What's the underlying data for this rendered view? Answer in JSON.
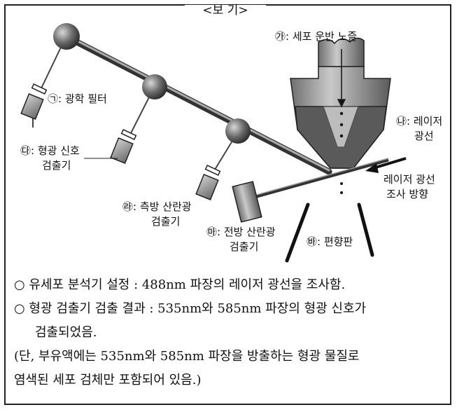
{
  "box_title": "<보 기>",
  "labels": {
    "nozzle": "㉮: 세포 운반 노즐",
    "optical_filter": "㉠: 광학 필터",
    "laser_beam_line1": "㉯: 레이저",
    "laser_beam_line2": "광선",
    "fluorescence_detector_line1": "㉰: 형광 신호",
    "fluorescence_detector_line2": "검출기",
    "laser_direction_line1": "레이저 광선",
    "laser_direction_line2": "조사 방향",
    "side_scatter_line1": "㉱: 측방 산란광",
    "side_scatter_line2": "검출기",
    "forward_scatter_line1": "㉲: 전방 산란광",
    "forward_scatter_line2": "검출기",
    "deflection_plate": "㉳: 편향판"
  },
  "notes": {
    "line1": "○ 유세포 분석기 설정 : 488nm 파장의 레이저 광선을 조사함.",
    "line2a": "○ 형광 검출기 검출 결과 : 535nm와 585nm 파장의 형광 신호가",
    "line2b": "검출되었음.",
    "line3a": "(단, 부유액에는 535nm와 585nm 파장을 방출하는 형광 물질로",
    "line3b": "염색된 세포 검체만 포함되어 있음.)"
  }
}
